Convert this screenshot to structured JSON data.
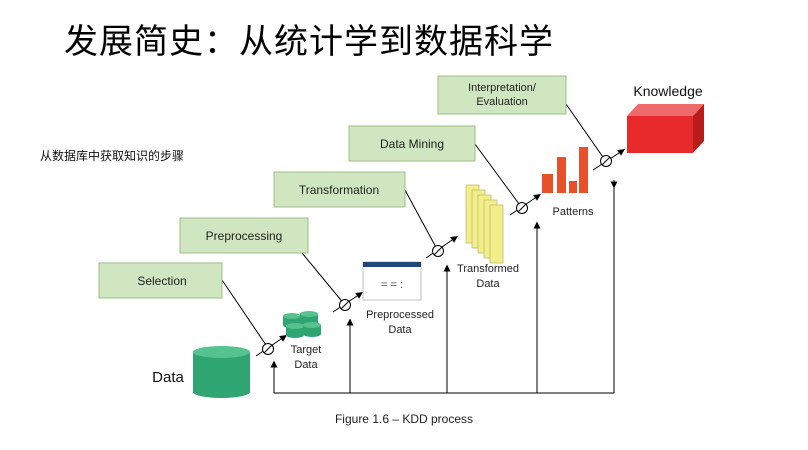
{
  "slide": {
    "title": "发展简史：从统计学到数据科学",
    "subtitle": "从数据库中获取知识的步骤"
  },
  "diagram": {
    "steps": [
      "Selection",
      "Preprocessing",
      "Transformation",
      "Data Mining",
      "Interpretation/\nEvaluation"
    ],
    "stages": [
      "Data",
      "Target\nData",
      "Preprocessed\nData",
      "Transformed\nData",
      "Patterns",
      "Knowledge"
    ],
    "figure_caption": "Figure 1.6 – KDD process",
    "colors": {
      "step_box_fill": "#cfe6c0",
      "step_box_border": "#9cbf86",
      "cylinder": "#2fa572",
      "documents": "#f2ee8a",
      "patterns": "#e8502a",
      "knowledge": "#e82a2a"
    }
  }
}
